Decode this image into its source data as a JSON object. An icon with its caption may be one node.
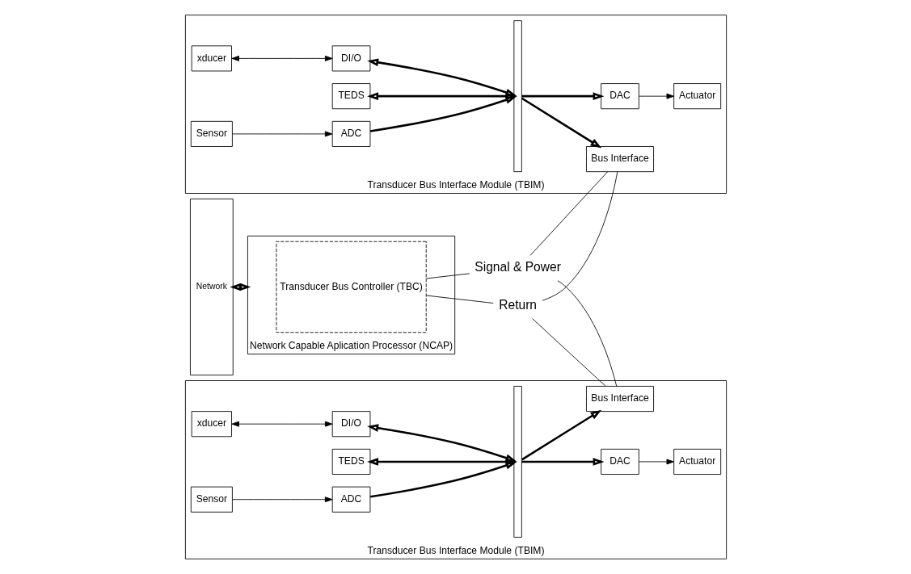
{
  "diagram": {
    "nodes": [
      {
        "text": [
          "Network"
        ]
      },
      {
        "text": [
          "Network Capable Aplication Processor (NCAP)"
        ]
      },
      {
        "text": [
          "Transducer Bus Controller (TBC)"
        ],
        "in": 1
      },
      {
        "text": [
          "Signal & Power"
        ]
      },
      {
        "text": [
          "Return"
        ]
      },
      {
        "text": [
          "Transducer Bus Interface Module (TBIM)"
        ]
      },
      {
        "text": [
          "Bus Interface"
        ],
        "in": 5
      },
      {
        "text": [
          "Sensor"
        ],
        "in": 5
      },
      {
        "text": [
          "ADC"
        ],
        "in": 5
      },
      {
        "text": [
          "Actuator"
        ],
        "in": 5
      },
      {
        "text": [
          "DAC"
        ],
        "in": 5
      },
      {
        "text": [
          "xducer"
        ],
        "in": 5
      },
      {
        "text": [
          "DI/O"
        ],
        "in": 5
      },
      {
        "text": [
          "TEDS"
        ],
        "in": 5
      },
      {
        "text": [],
        "shape": "bar",
        "in": 5
      },
      {
        "text": [
          "Transducer Bus Interface Module (TBIM)"
        ]
      },
      {
        "text": [
          "Bus Interface"
        ],
        "in": 15
      },
      {
        "text": [
          "Sensor"
        ],
        "in": 15
      },
      {
        "text": [
          "ADC"
        ],
        "in": 15
      },
      {
        "text": [
          "Actuator"
        ],
        "in": 15
      },
      {
        "text": [
          "DAC"
        ],
        "in": 15
      },
      {
        "text": [
          "xducer"
        ],
        "in": 15
      },
      {
        "text": [
          "DI/O"
        ],
        "in": 15
      },
      {
        "text": [
          "TEDS"
        ],
        "in": 15
      },
      {
        "text": [],
        "shape": "bar",
        "in": 15
      }
    ],
    "edges": [
      {
        "from": 0,
        "to": 1,
        "arrow": "both",
        "style": "thick"
      },
      {
        "from": 2,
        "to": 3,
        "arrow": "none"
      },
      {
        "from": 2,
        "to": 4,
        "arrow": "none"
      },
      {
        "from": 4,
        "to": 6,
        "arrow": "none"
      },
      {
        "from": 3,
        "to": 6,
        "arrow": "none"
      },
      {
        "from": 4,
        "to": 16,
        "arrow": "none"
      },
      {
        "from": 3,
        "to": 16,
        "arrow": "none"
      },
      {
        "from": 7,
        "to": 8,
        "arrow": "to"
      },
      {
        "from": 10,
        "to": 9,
        "arrow": "to"
      },
      {
        "from": 11,
        "to": 12,
        "arrow": "both"
      },
      {
        "from": 8,
        "to": 14,
        "arrow": "to",
        "style": "thick"
      },
      {
        "from": 14,
        "to": 10,
        "arrow": "to",
        "style": "thick"
      },
      {
        "from": 12,
        "to": 14,
        "arrow": "both",
        "style": "thick"
      },
      {
        "from": 13,
        "to": 14,
        "arrow": "both",
        "style": "thick"
      },
      {
        "from": 14,
        "to": 6,
        "arrow": "to",
        "style": "thick"
      },
      {
        "from": 17,
        "to": 18,
        "arrow": "to"
      },
      {
        "from": 20,
        "to": 19,
        "arrow": "to"
      },
      {
        "from": 21,
        "to": 22,
        "arrow": "both"
      },
      {
        "from": 18,
        "to": 24,
        "arrow": "to",
        "style": "thick"
      },
      {
        "from": 24,
        "to": 20,
        "arrow": "to",
        "style": "thick"
      },
      {
        "from": 22,
        "to": 24,
        "arrow": "both",
        "style": "thick"
      },
      {
        "from": 23,
        "to": 24,
        "arrow": "both",
        "style": "thick"
      },
      {
        "from": 24,
        "to": 16,
        "arrow": "to",
        "style": "thick"
      }
    ]
  }
}
